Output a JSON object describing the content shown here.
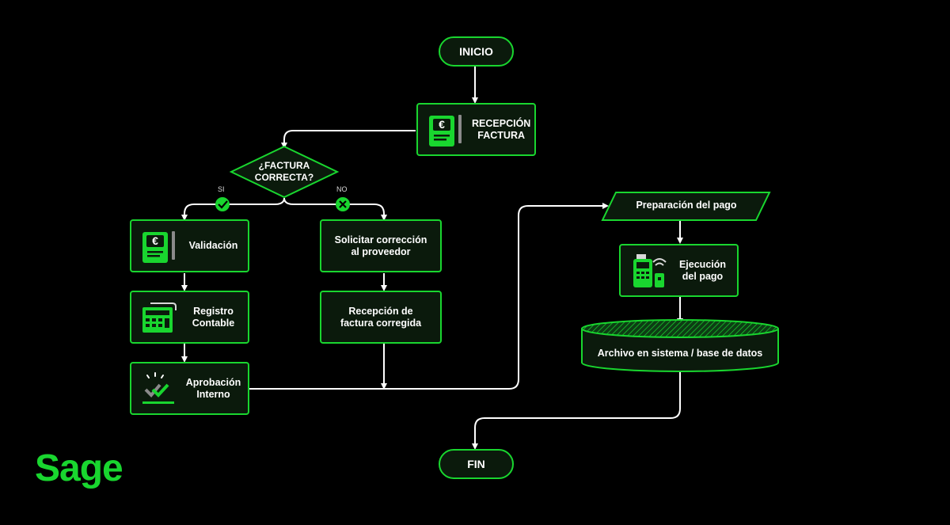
{
  "colors": {
    "accent": "#19d62f",
    "node_fill": "#0b1a0c",
    "line": "#ffffff",
    "background": "#000000"
  },
  "brand": {
    "logo": "Sage"
  },
  "nodes": {
    "inicio": "INICIO",
    "recepcion": "RECEPCIÓN\nFACTURA",
    "decision": "¿FACTURA\nCORRECTA?",
    "validacion": "Validación",
    "registro": "Registro\nContable",
    "aprobacion": "Aprobación\nInterno",
    "solicitar": "Solicitar corrección\nal proveedor",
    "recepcion_corregida": "Recepción de\nfactura corregida",
    "preparacion": "Preparación del pago",
    "ejecucion": "Ejecución\ndel pago",
    "archivo": "Archivo en sistema / base de datos",
    "fin": "FIN"
  },
  "branches": {
    "yes": "SI",
    "no": "NO"
  },
  "icons": {
    "recepcion": "euro-invoice-icon",
    "validacion": "euro-invoice-icon",
    "registro": "calculator-icon",
    "aprobacion": "double-check-icon",
    "ejecucion": "payment-terminal-icon",
    "yes": "check-circle-icon",
    "no": "x-circle-icon"
  }
}
